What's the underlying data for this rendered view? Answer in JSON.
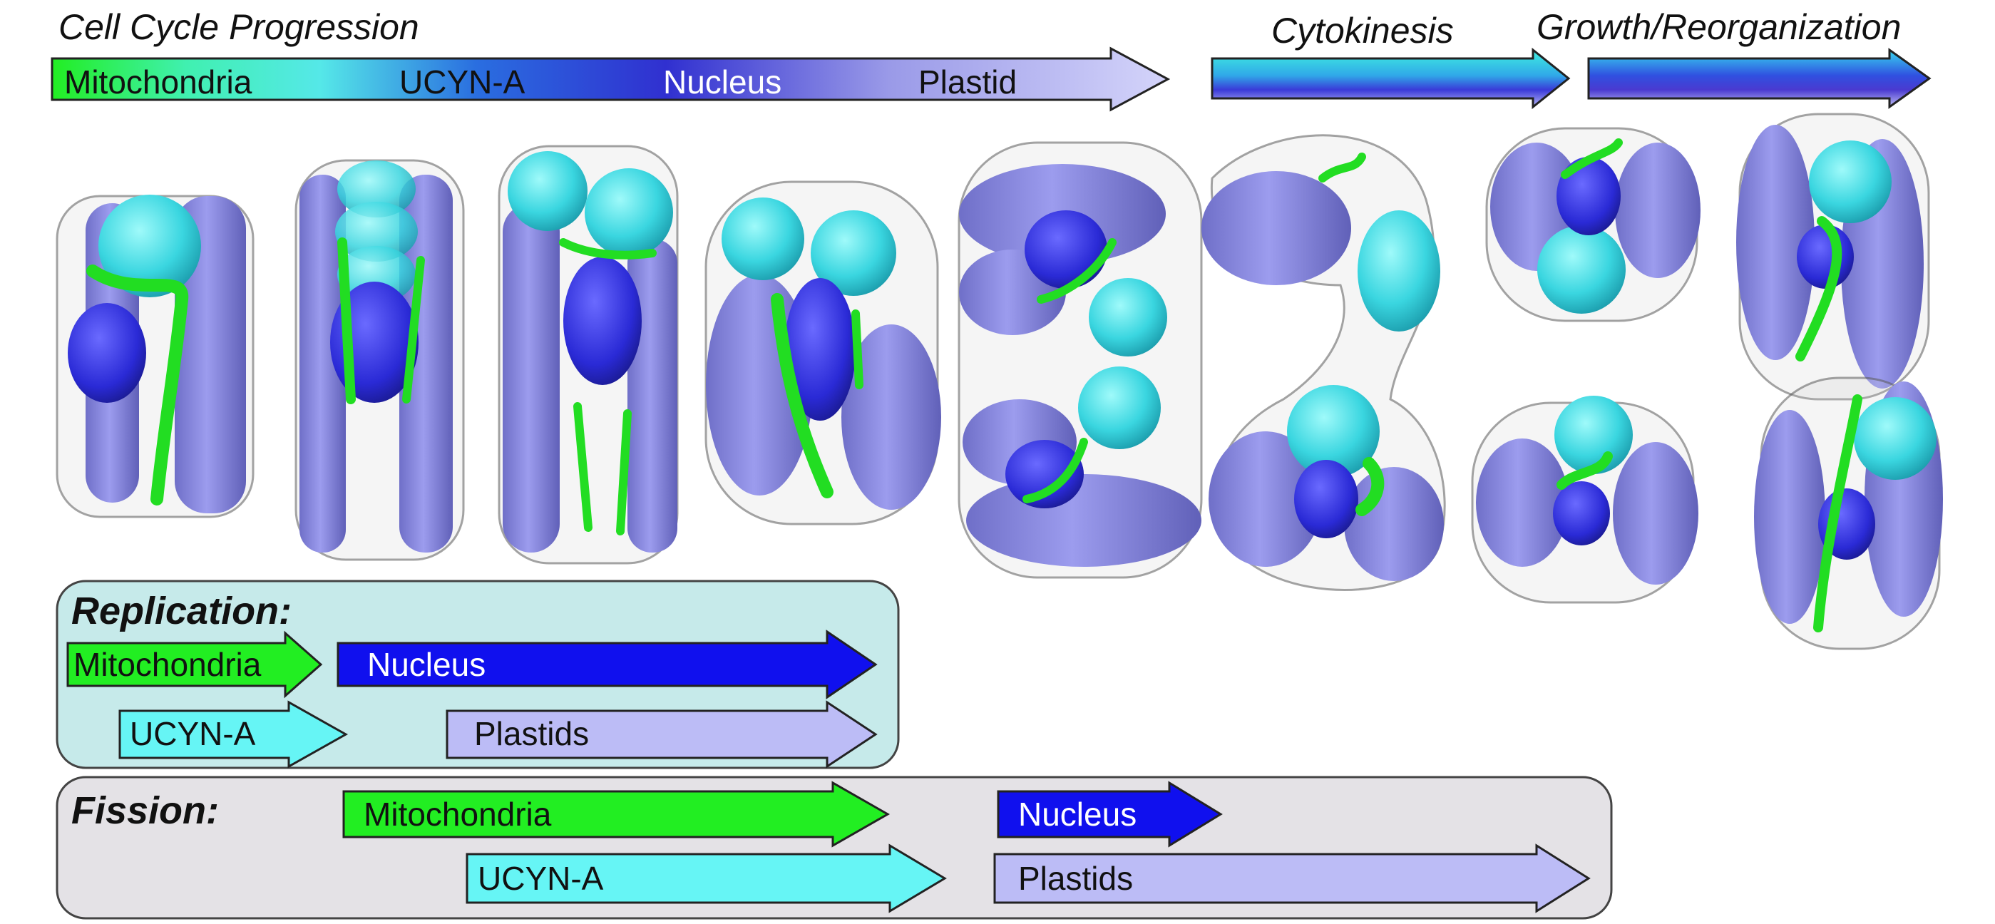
{
  "headers": {
    "cell_cycle": "Cell Cycle Progression",
    "cytokinesis": "Cytokinesis",
    "growth": "Growth/Reorganization"
  },
  "progression_arrow": {
    "labels": [
      "Mitochondria",
      "UCYN-A",
      "Nucleus",
      "Plastid"
    ]
  },
  "replication": {
    "title": "Replication:",
    "arrows": {
      "mitochondria": "Mitochondria",
      "nucleus": "Nucleus",
      "ucyna": "UCYN-A",
      "plastids": "Plastids"
    }
  },
  "fission": {
    "title": "Fission:",
    "arrows": {
      "mitochondria": "Mitochondria",
      "nucleus": "Nucleus",
      "ucyna": "UCYN-A",
      "plastids": "Plastids"
    }
  },
  "colors": {
    "mitochondria": "#22ee22",
    "ucyna": "#66f5f5",
    "nucleus": "#1010ee",
    "plastid": "#bcbcf6",
    "replication_box": "#c6eaea",
    "fission_box": "#e4e2e6"
  }
}
